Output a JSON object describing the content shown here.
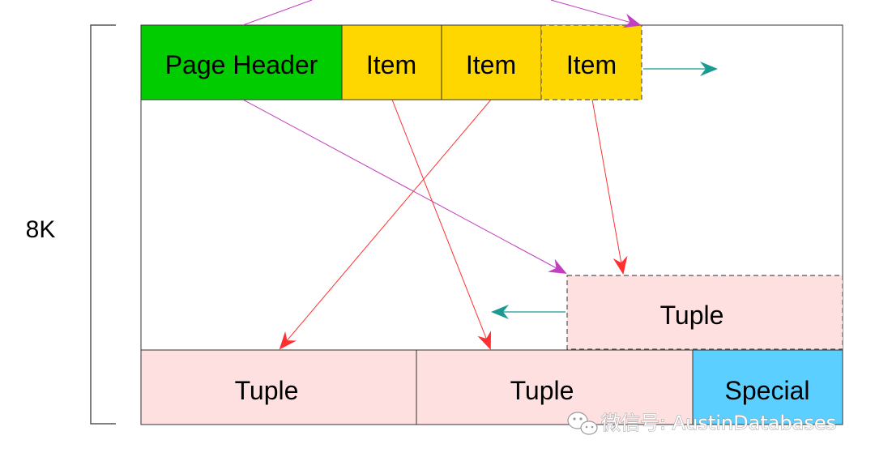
{
  "size_label": "8K",
  "page_header": {
    "label": "Page Header",
    "color": "#00cc00"
  },
  "items": [
    {
      "label": "Item",
      "color": "#ffd700"
    },
    {
      "label": "Item",
      "color": "#ffd700"
    },
    {
      "label": "Item",
      "color": "#ffd700",
      "dashed": true
    }
  ],
  "tuples": [
    {
      "label": "Tuple",
      "color": "#ffe0e0",
      "dashed": true
    },
    {
      "label": "Tuple",
      "color": "#ffe0e0"
    },
    {
      "label": "Tuple",
      "color": "#ffe0e0"
    }
  ],
  "special": {
    "label": "Special",
    "color": "#5bcfff"
  },
  "arrow_colors": {
    "magenta": "#c040c0",
    "red": "#ff3030",
    "teal": "#1a9a90"
  },
  "watermark": {
    "text": "微信号: AustinDatabases"
  }
}
